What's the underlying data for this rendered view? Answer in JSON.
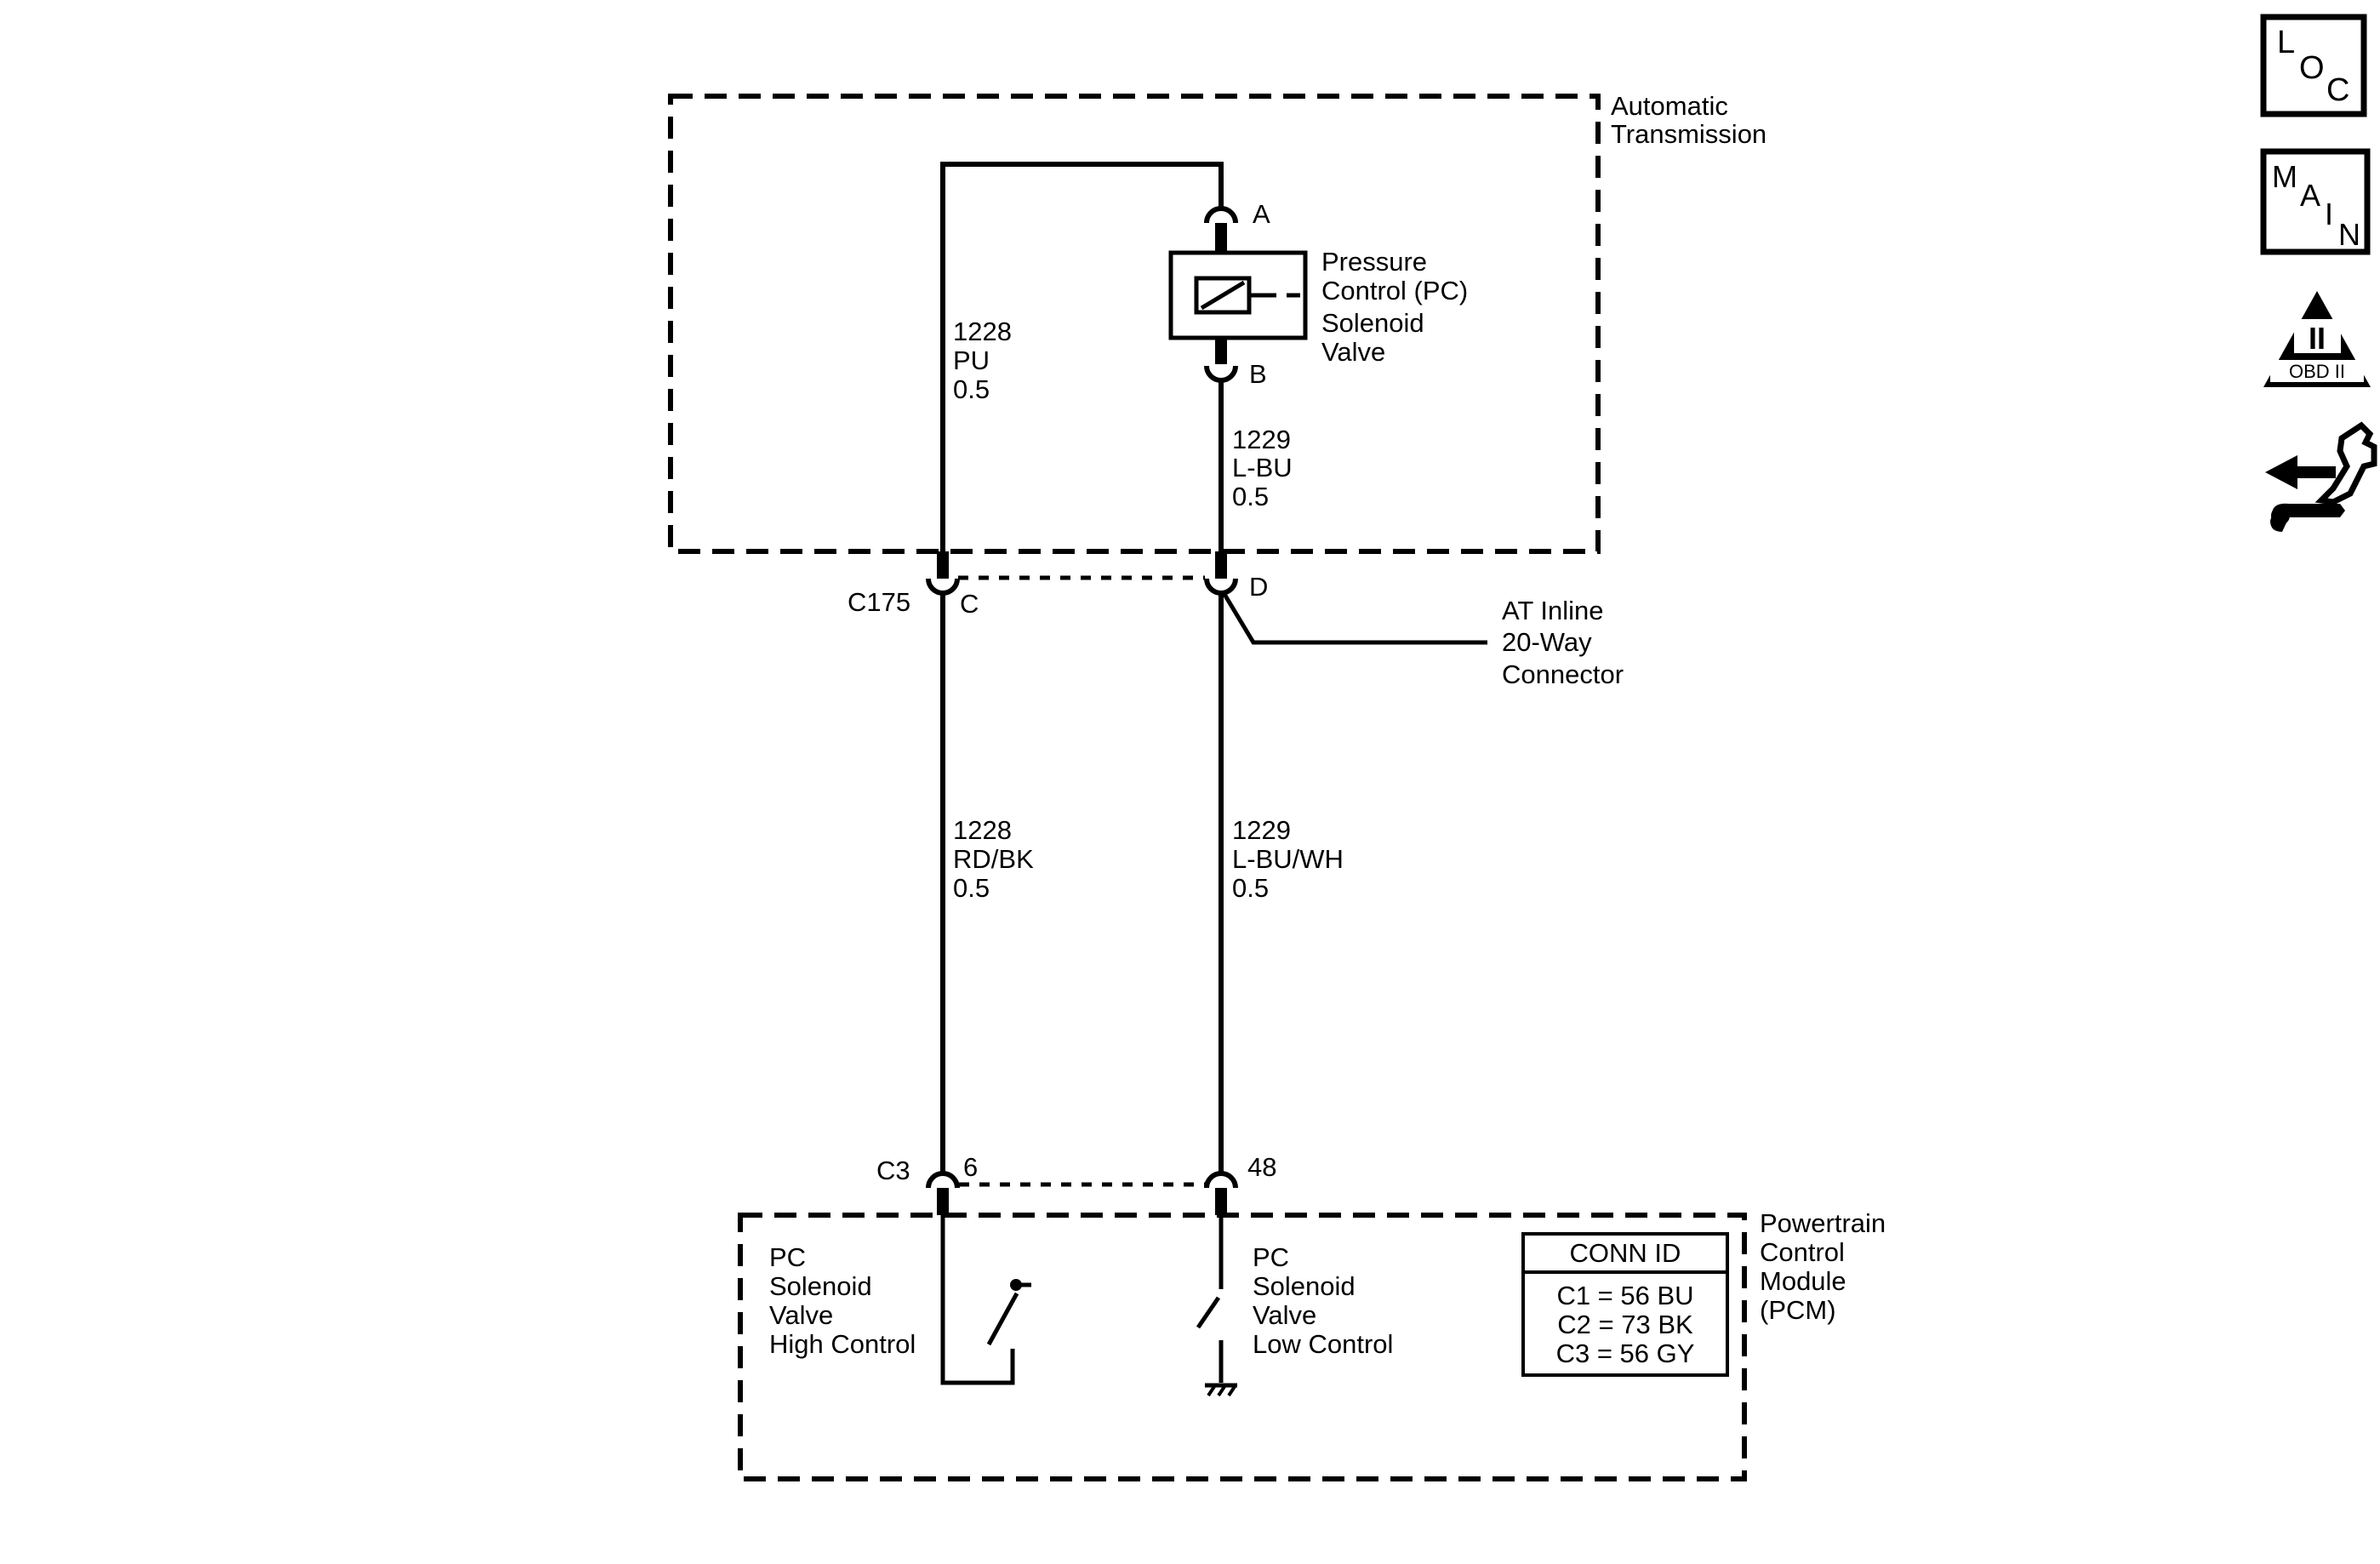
{
  "automatic_transmission": {
    "line1": "Automatic",
    "line2": "Transmission"
  },
  "pc_solenoid": {
    "line1": "Pressure",
    "line2": "Control (PC)",
    "line3": "Solenoid",
    "line4": "Valve",
    "pin_a": "A",
    "pin_b": "B"
  },
  "wires": {
    "w1228_top": {
      "circuit": "1228",
      "color": "PU",
      "size": "0.5"
    },
    "w1229_top": {
      "circuit": "1229",
      "color": "L-BU",
      "size": "0.5"
    },
    "w1228_bottom": {
      "circuit": "1228",
      "color": "RD/BK",
      "size": "0.5"
    },
    "w1229_bottom": {
      "circuit": "1229",
      "color": "L-BU/WH",
      "size": "0.5"
    }
  },
  "c175": {
    "connector": "C175",
    "pin_c": "C",
    "pin_d": "D"
  },
  "inline_connector": {
    "line1": "AT Inline",
    "line2": "20-Way",
    "line3": "Connector"
  },
  "c3": {
    "connector": "C3",
    "pin_6": "6",
    "pin_48": "48"
  },
  "pcm": {
    "line1": "Powertrain",
    "line2": "Control",
    "line3": "Module",
    "line4": "(PCM)"
  },
  "high_control": {
    "line1": "PC",
    "line2": "Solenoid",
    "line3": "Valve",
    "line4": "High Control"
  },
  "low_control": {
    "line1": "PC",
    "line2": "Solenoid",
    "line3": "Valve",
    "line4": "Low Control"
  },
  "conn_id": {
    "title": "CONN ID",
    "c1": "C1 = 56 BU",
    "c2": "C2 = 73 BK",
    "c3": "C3 = 56 GY"
  },
  "nav_icons": {
    "loc": {
      "l1": "L",
      "l2": "O",
      "l3": "C"
    },
    "main": {
      "l1": "M",
      "l2": "A",
      "l3": "I",
      "l4": "N"
    },
    "obd": {
      "numeral": "II",
      "label": "OBD II"
    },
    "repair": "wrench-arrow-icon"
  }
}
